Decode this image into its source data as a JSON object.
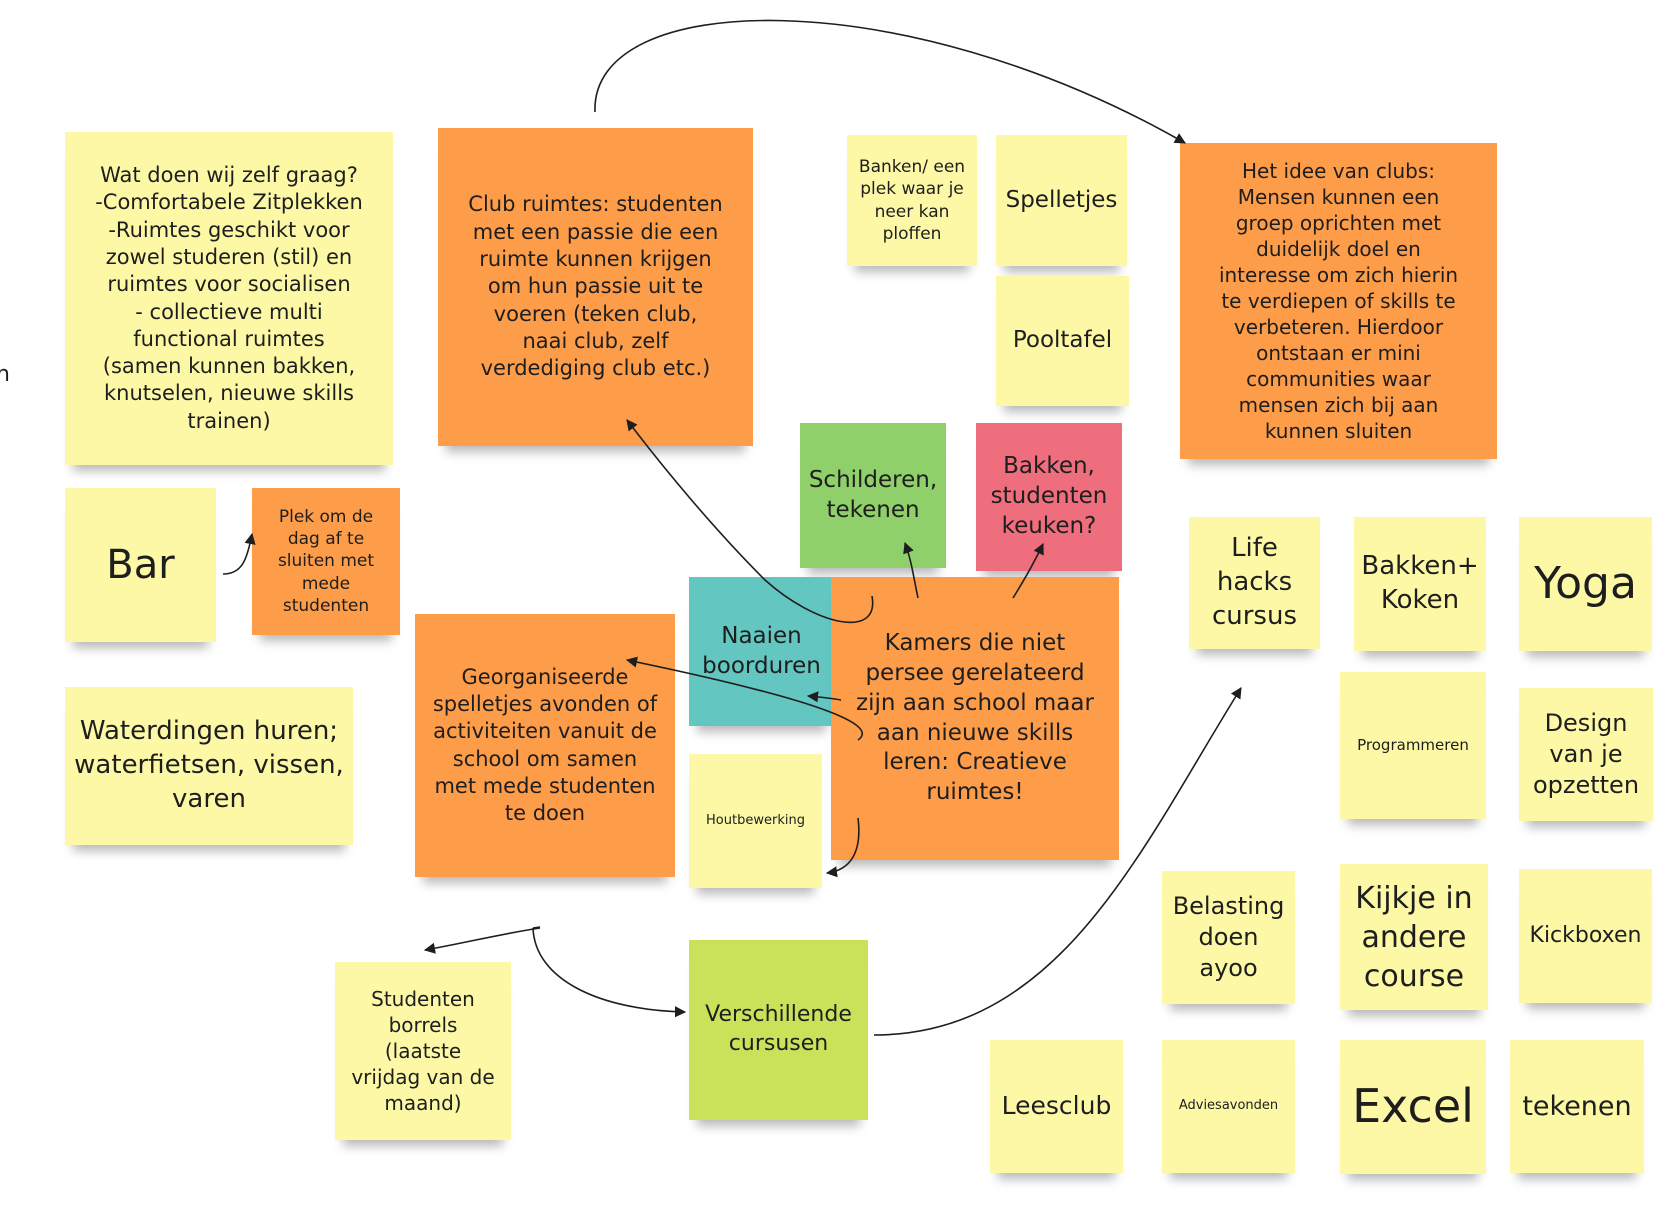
{
  "notes": {
    "wat_doen_wij": "Wat doen wij zelf graag?\n-Comfortabele Zitplekken\n-Ruimtes geschikt voor zowel studeren (stil) en ruimtes voor socialisen\n- collectieve multi functional ruimtes (samen kunnen bakken, knutselen, nieuwe skills trainen)",
    "club_ruimtes": "Club ruimtes: studenten met een passie die een ruimte kunnen krijgen om hun passie uit te voeren (teken club, naai club, zelf verdediging club etc.)",
    "banken": "Banken/ een plek waar je neer kan ploffen",
    "spelletjes": "Spelletjes",
    "pooltafel": "Pooltafel",
    "idee_clubs": "Het idee van clubs: Mensen kunnen een groep oprichten met duidelijk doel en interesse om zich hierin te verdiepen of skills te verbeteren. Hierdoor ontstaan er mini communities waar mensen zich bij aan kunnen sluiten",
    "bar": "Bar",
    "plek_dag": "Plek om de dag af te sluiten met mede studenten",
    "schilderen": "Schilderen, tekenen",
    "bakken_keuken": "Bakken, studenten keuken?",
    "naaien": "Naaien boorduren",
    "kamers": "Kamers die niet persee gerelateerd zijn aan school maar aan nieuwe skills leren: Creatieve ruimtes!",
    "waterdingen": "Waterdingen huren; waterfietsen, vissen, varen",
    "georganiseerde": "Georganiseerde spelletjes avonden of activiteiten vanuit de school om samen met mede studenten te doen",
    "houtbewerking": "Houtbewerking",
    "studenten_borrels": "Studenten borrels (laatste vrijdag van de maand)",
    "verschillende_cursusen": "Verschillende cursusen",
    "life_hacks": "Life hacks cursus",
    "bakken_koken": "Bakken+ Koken",
    "yoga": "Yoga",
    "programmeren": "Programmeren",
    "design": "Design van je opzetten",
    "belasting": "Belasting doen ayoo",
    "kijkje": "Kijkje in andere course",
    "kickboxen": "Kickboxen",
    "leesclub": "Leesclub",
    "adviesavonden": "Adviesavonden",
    "excel": "Excel",
    "tekenen": "tekenen"
  },
  "edge_text": "n",
  "colors": {
    "yellow": "#fdf8a6",
    "orange": "#fd9c49",
    "green": "#8fd06a",
    "pink": "#ee6e7e",
    "teal": "#63c6c0",
    "lime": "#c8e35a",
    "connector": "#1e1e1e"
  }
}
